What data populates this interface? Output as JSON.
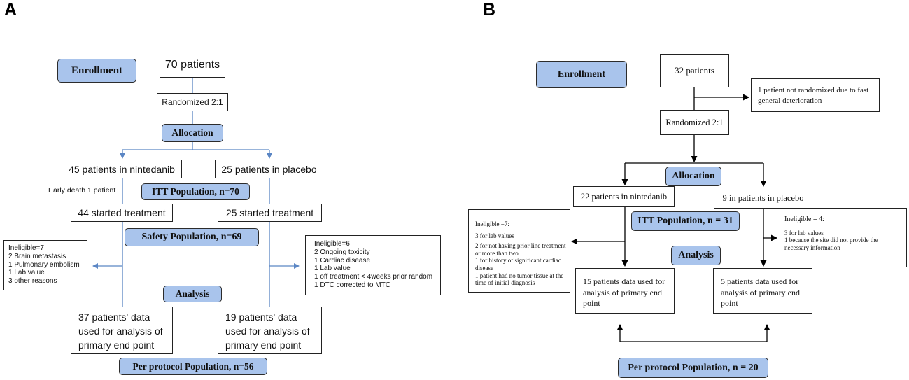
{
  "panel_a": {
    "letter": "A",
    "enrollment": "Enrollment",
    "patients": "70 patients",
    "randomized": "Randomized 2:1",
    "allocation": "Allocation",
    "arm_nintedanib": "45 patients in nintedanib",
    "arm_placebo": "25 patients in placebo",
    "early_death": "Early death 1 patient",
    "itt": "ITT Population, n=70",
    "started_nintedanib": "44 started treatment",
    "started_placebo": "25 started treatment",
    "safety": "Safety Population, n=69",
    "ineligible_left": [
      "Ineligible=7",
      "2 Brain metastasis",
      "1 Pulmonary embolism",
      "1 Lab value",
      "3 other reasons"
    ],
    "ineligible_right": [
      "Ineligible=6",
      "2 Ongoing toxicity",
      "1 Cardiac disease",
      "1 Lab value",
      "1 off treatment < 4weeks prior random",
      "1 DTC corrected to MTC"
    ],
    "analysis": "Analysis",
    "result_nintedanib": "37 patients' data used for analysis of primary end point",
    "result_placebo": "19 patients' data used for analysis of primary end point",
    "per_protocol": "Per protocol Population, n=56"
  },
  "panel_b": {
    "letter": "B",
    "enrollment": "Enrollment",
    "patients": "32 patients",
    "not_randomized": "1 patient not randomized due to fast general deterioration",
    "randomized": "Randomized 2:1",
    "allocation": "Allocation",
    "arm_nintedanib": "22 patients in nintedanib",
    "arm_placebo": "9 in patients in placebo",
    "itt": "ITT Population, n = 31",
    "analysis": "Analysis",
    "ineligible_left": [
      "Ineligible =7:",
      "3 for lab values",
      "2 for not having prior line treatment or more than two",
      "1 for history of significant cardiac disease",
      "1 patient had no tumor tissue at the time of initial diagnosis"
    ],
    "ineligible_right": [
      "Ineligible = 4:",
      "3 for lab values",
      "1 because the site did not provide the necessary information"
    ],
    "result_nintedanib": "15 patients data used for analysis of primary end point",
    "result_placebo": "5 patients data used for analysis of primary end point",
    "per_protocol": "Per protocol Population, n = 20"
  },
  "colors": {
    "label_fill": "#a9c4ec",
    "connector_a": "#5b86c4",
    "connector_b": "#000000"
  }
}
